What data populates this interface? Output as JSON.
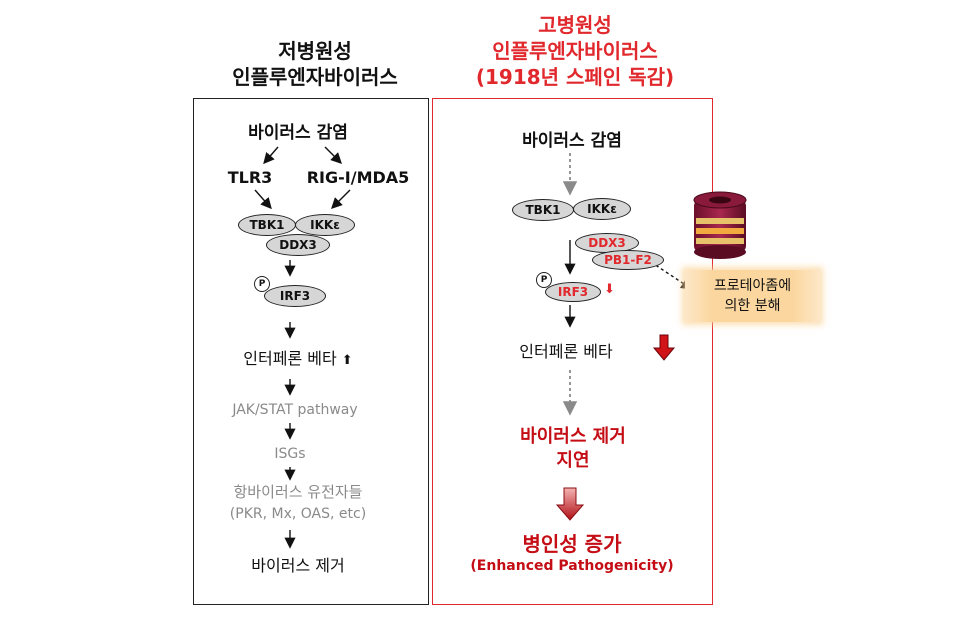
{
  "left": {
    "title_line1": "저병원성",
    "title_line2": "인플루엔자바이러스",
    "virus_infection": "바이러스 감염",
    "tlr3": "TLR3",
    "rig": "RIG-I/MDA5",
    "tbk1": "TBK1",
    "ikke": "IKKε",
    "ddx3": "DDX3",
    "p": "P",
    "irf3": "IRF3",
    "interferon": "인터페론 베타",
    "up_arrow": "⬆",
    "jak": "JAK/STAT pathway",
    "isgs": "ISGs",
    "antiviral": "항바이러스 유전자들",
    "antiviral_list": "(PKR, Mx, OAS, etc)",
    "virus_clear": "바이러스 제거"
  },
  "right": {
    "title_line1": "고병원성",
    "title_line2": "인플루엔자바이러스",
    "title_line3": "(1918년 스페인 독감)",
    "virus_infection": "바이러스 감염",
    "tbk1": "TBK1",
    "ikke": "IKKε",
    "ddx3": "DDX3",
    "pb1f2": "PB1-F2",
    "p": "P",
    "irf3": "IRF3",
    "down_arrow": "⬇",
    "interferon": "인터페론 베타",
    "delay_line1": "바이러스 제거",
    "delay_line2": "지연",
    "pathogen": "병인성 증가",
    "pathogen_en": "(Enhanced Pathogenicity)",
    "proteasome_line1": "프로테아좀에",
    "proteasome_line2": "의한 분해"
  },
  "colors": {
    "accent_red": "#e0282d",
    "dark_red": "#c40d14",
    "oval_gray": "#d6d6d6",
    "pathway_gray": "#8a8a8a"
  }
}
